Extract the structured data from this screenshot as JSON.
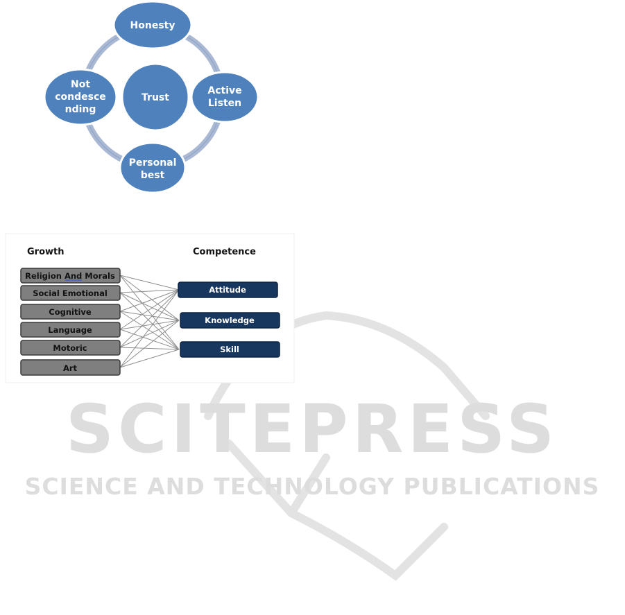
{
  "watermark": {
    "brand": "SCITEPRESS",
    "tagline": "SCIENCE AND TECHNOLOGY PUBLICATIONS",
    "color": "#dddddd"
  },
  "cycle_diagram": {
    "ring_color": "#a9b8d3",
    "node_color": "#4f81bd",
    "center": {
      "label": "Trust"
    },
    "nodes": [
      {
        "lines": [
          "Honesty"
        ]
      },
      {
        "lines": [
          "Active",
          "Listen"
        ]
      },
      {
        "lines": [
          "Personal",
          "best"
        ]
      },
      {
        "lines": [
          "Not",
          "condesce",
          "nding"
        ]
      }
    ]
  },
  "mapping_diagram": {
    "left_header": "Growth",
    "right_header": "Competence",
    "growth_color": "#7f7f7f",
    "competence_color": "#17375e",
    "growth_items": [
      "Religion And Morals",
      "Social Emotional",
      "Cognitive",
      "Language",
      "Motoric",
      "Art"
    ],
    "competence_items": [
      "Attitude",
      "Knowledge",
      "Skill"
    ]
  }
}
